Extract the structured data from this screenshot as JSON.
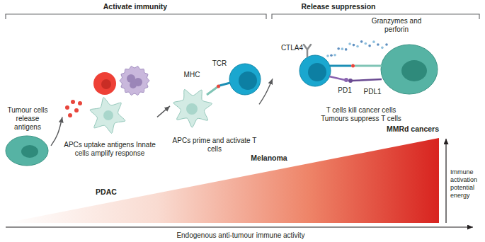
{
  "diagram": {
    "nodes": [
      {
        "text": [
          "Tumour cells release antigens"
        ]
      },
      {
        "text": [
          "APCs uptake antigens Innate cells amplify response"
        ]
      },
      {
        "text": [
          "APCs prime and activate T cells"
        ]
      },
      {
        "text": [
          "T cells kill cancer cells Tumours suppress T cells"
        ]
      }
    ],
    "edges": [
      {
        "from": 0,
        "to": 1,
        "arrow": "to"
      },
      {
        "from": 1,
        "to": 2,
        "arrow": "to"
      },
      {
        "from": 2,
        "to": 3,
        "arrow": "to"
      }
    ],
    "labels": [
      "Activate immunity",
      "Release suppression",
      "Granzymes and perforin",
      "MHC",
      "TCR",
      "CTLA4",
      "PD1",
      "PDL1",
      "MMRd cancers",
      "Melanoma",
      "PDAC",
      "Immune activation potential energy",
      "Endogenous anti-tumour immune activity"
    ]
  }
}
